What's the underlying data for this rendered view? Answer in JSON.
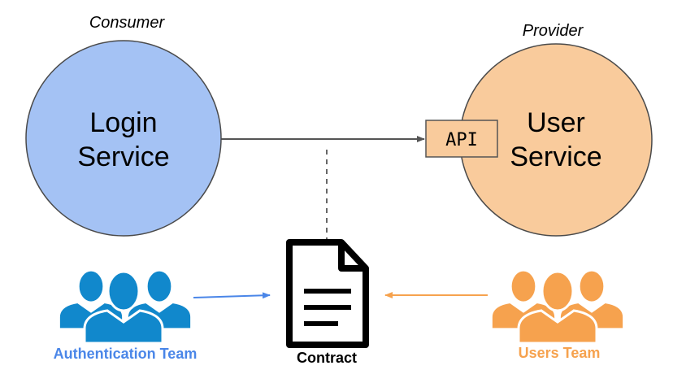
{
  "consumer": {
    "role_label": "Consumer",
    "name_line1": "Login",
    "name_line2": "Service",
    "fill": "#a4c2f4",
    "stroke": "#4a4a4a"
  },
  "provider": {
    "role_label": "Provider",
    "name_line1": "User",
    "name_line2": "Service",
    "fill": "#f9cb9c",
    "stroke": "#4a4a4a",
    "api_label": "API",
    "api_fill": "#f9cb9c"
  },
  "contract": {
    "label": "Contract",
    "icon": "document-icon"
  },
  "teams": {
    "authentication": {
      "label": "Authentication Team",
      "color": "#1188cc",
      "label_color": "#4a86e8",
      "arrow_color": "#4a86e8",
      "icon": "users-group-icon"
    },
    "users": {
      "label": "Users Team",
      "color": "#f6a24e",
      "label_color": "#f6a24e",
      "arrow_color": "#f6a24e",
      "icon": "users-group-icon"
    }
  },
  "connector_color": "#555555"
}
